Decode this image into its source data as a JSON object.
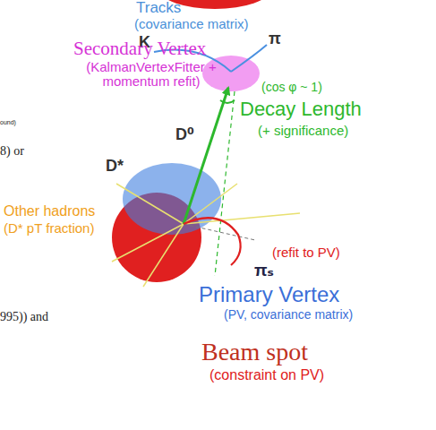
{
  "diagram": {
    "labels": [
      "Tracks",
      "(covariance matrix)",
      "K",
      "π",
      "Secondary Vertex",
      "(KalmanVertexFitter + momentum refit)",
      "(cos φ ~ 1)",
      "Decay Length",
      "(+ significance)",
      "ound)",
      "8) or",
      "D⁰",
      "D*",
      "Other hadrons",
      "(D* pT fraction)",
      "(refit to PV)",
      "πₛ",
      "Primary Vertex",
      "(PV, covariance matrix)",
      "995)) and",
      "Beam spot",
      "(constraint on PV)"
    ]
  }
}
